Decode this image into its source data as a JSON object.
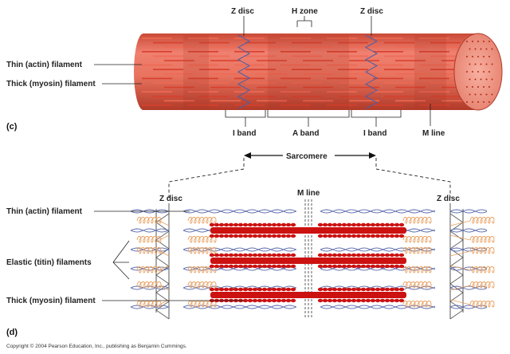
{
  "panel_c": {
    "letter": "(c)",
    "labels": {
      "z_disc_left": "Z disc",
      "h_zone": "H zone",
      "z_disc_right": "Z disc",
      "thin_filament": "Thin (actin) filament",
      "thick_filament": "Thick (myosin) filament",
      "i_band_left": "I band",
      "a_band": "A band",
      "i_band_right": "I band",
      "m_line": "M line",
      "sarcomere": "Sarcomere"
    }
  },
  "panel_d": {
    "letter": "(d)",
    "labels": {
      "z_disc_left": "Z disc",
      "m_line": "M line",
      "z_disc_right": "Z disc",
      "thin_filament": "Thin (actin) filament",
      "elastic_filaments": "Elastic (titin) filaments",
      "thick_filament": "Thick (myosin) filament"
    }
  },
  "copyright": "Copyright © 2004 Pearson Education, Inc., publishing as Benjamin Cummings.",
  "colors": {
    "myofibril_light": "#f08070",
    "myofibril_dark": "#c8402c",
    "thick_filament": "#cc1111",
    "thin_filament": "#5566aa",
    "titin": "#e8a060",
    "zdisc_line": "#555555"
  }
}
